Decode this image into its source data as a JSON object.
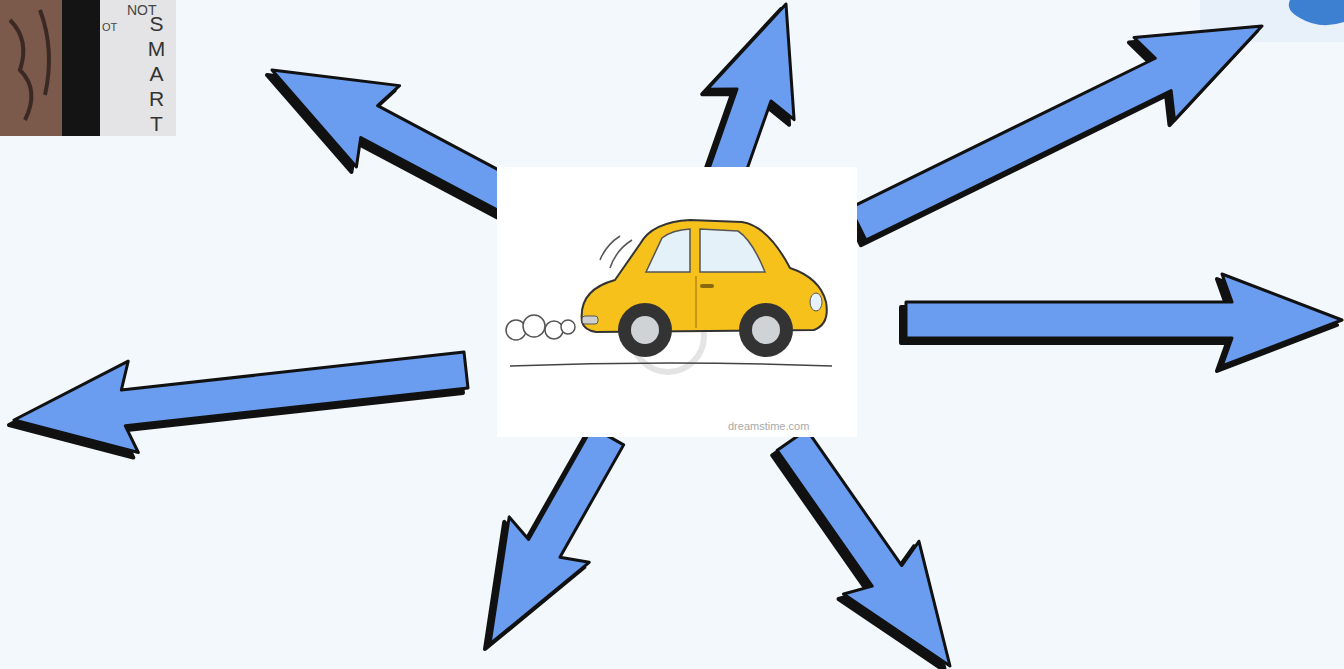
{
  "diagram": {
    "labels": [
      "NOT",
      "OT",
      "SMART",
      "dreamstime.com"
    ]
  }
}
